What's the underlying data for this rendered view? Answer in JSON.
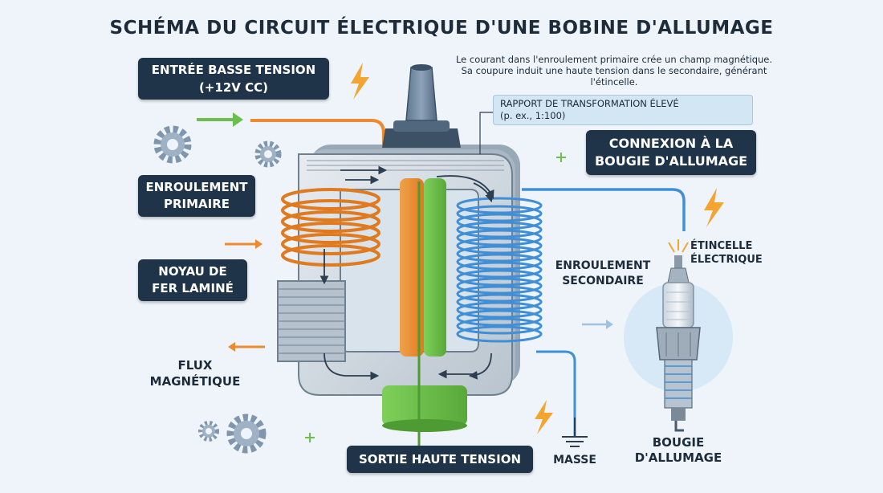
{
  "title": "SCHÉMA DU CIRCUIT ÉLECTRIQUE D'UNE BOBINE D'ALLUMAGE",
  "description": [
    "Le courant dans l'enroulement primaire crée un champ magnétique.",
    "Sa coupure induit une haute tension dans le secondaire, générant",
    "l'étincelle."
  ],
  "labels": {
    "low_voltage_input": [
      "ENTRÉE BASSE TENSION",
      "(+12V CC)"
    ],
    "primary_winding": [
      "ENROULEMENT",
      "PRIMAIRE"
    ],
    "iron_core": [
      "NOYAU DE",
      "FER LAMINÉ"
    ],
    "magnetic_flux": [
      "FLUX",
      "MAGNÉTIQUE"
    ],
    "high_voltage_output": "SORTIE HAUTE TENSION",
    "transformation_ratio": [
      "RAPPORT DE TRANSFORMATION ÉLEVÉ",
      "(p. ex., 1:100)"
    ],
    "spark_plug_connection": [
      "CONNEXION À LA",
      "BOUGIE D'ALLUMAGE"
    ],
    "secondary_winding": [
      "ENROULEMENT",
      "SECONDAIRE"
    ],
    "electric_spark": [
      "ÉTINCELLE",
      "ÉLECTRIQUE"
    ],
    "ground": "MASSE",
    "spark_plug": [
      "BOUGIE",
      "D'ALLUMAGE"
    ]
  },
  "colors": {
    "primary_wire": "#ee8a2e",
    "secondary_wire": "#3f8fd8",
    "core_output": "#6cbf4a",
    "label_box": "#1f3448",
    "spark": "#f4a531"
  },
  "icons": [
    "gear-icon",
    "lightning-icon",
    "plus-icon",
    "arrow-icon",
    "ground-symbol-icon"
  ]
}
